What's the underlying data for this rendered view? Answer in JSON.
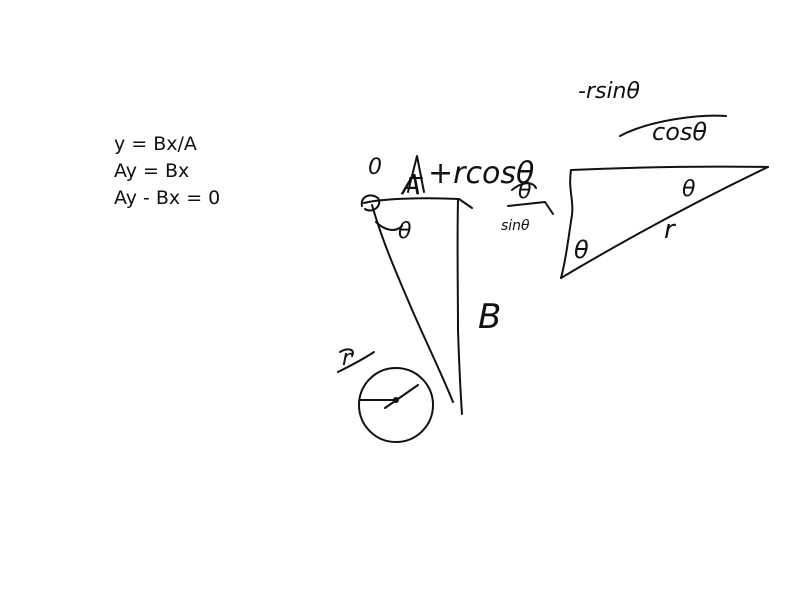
{
  "equations": [
    "y = Bx/A",
    "Ay = Bx",
    "Ay - Bx = 0"
  ],
  "sketch": {
    "label_origin": "0",
    "label_A": "A",
    "label_plus_r_cos": "+rcosθ",
    "label_theta_top": "θ",
    "label_theta_inner": "θ",
    "label_B": "B",
    "label_r_circle": "r",
    "label_sin": "sinθ",
    "label_minus_r_sin": "-rsinθ",
    "label_cos": "cosθ",
    "label_theta_right_top": "θ",
    "label_theta_right_bottom": "θ",
    "label_r_hyp": "r"
  },
  "colors": {
    "ink": "#111111",
    "background": "#ffffff"
  }
}
